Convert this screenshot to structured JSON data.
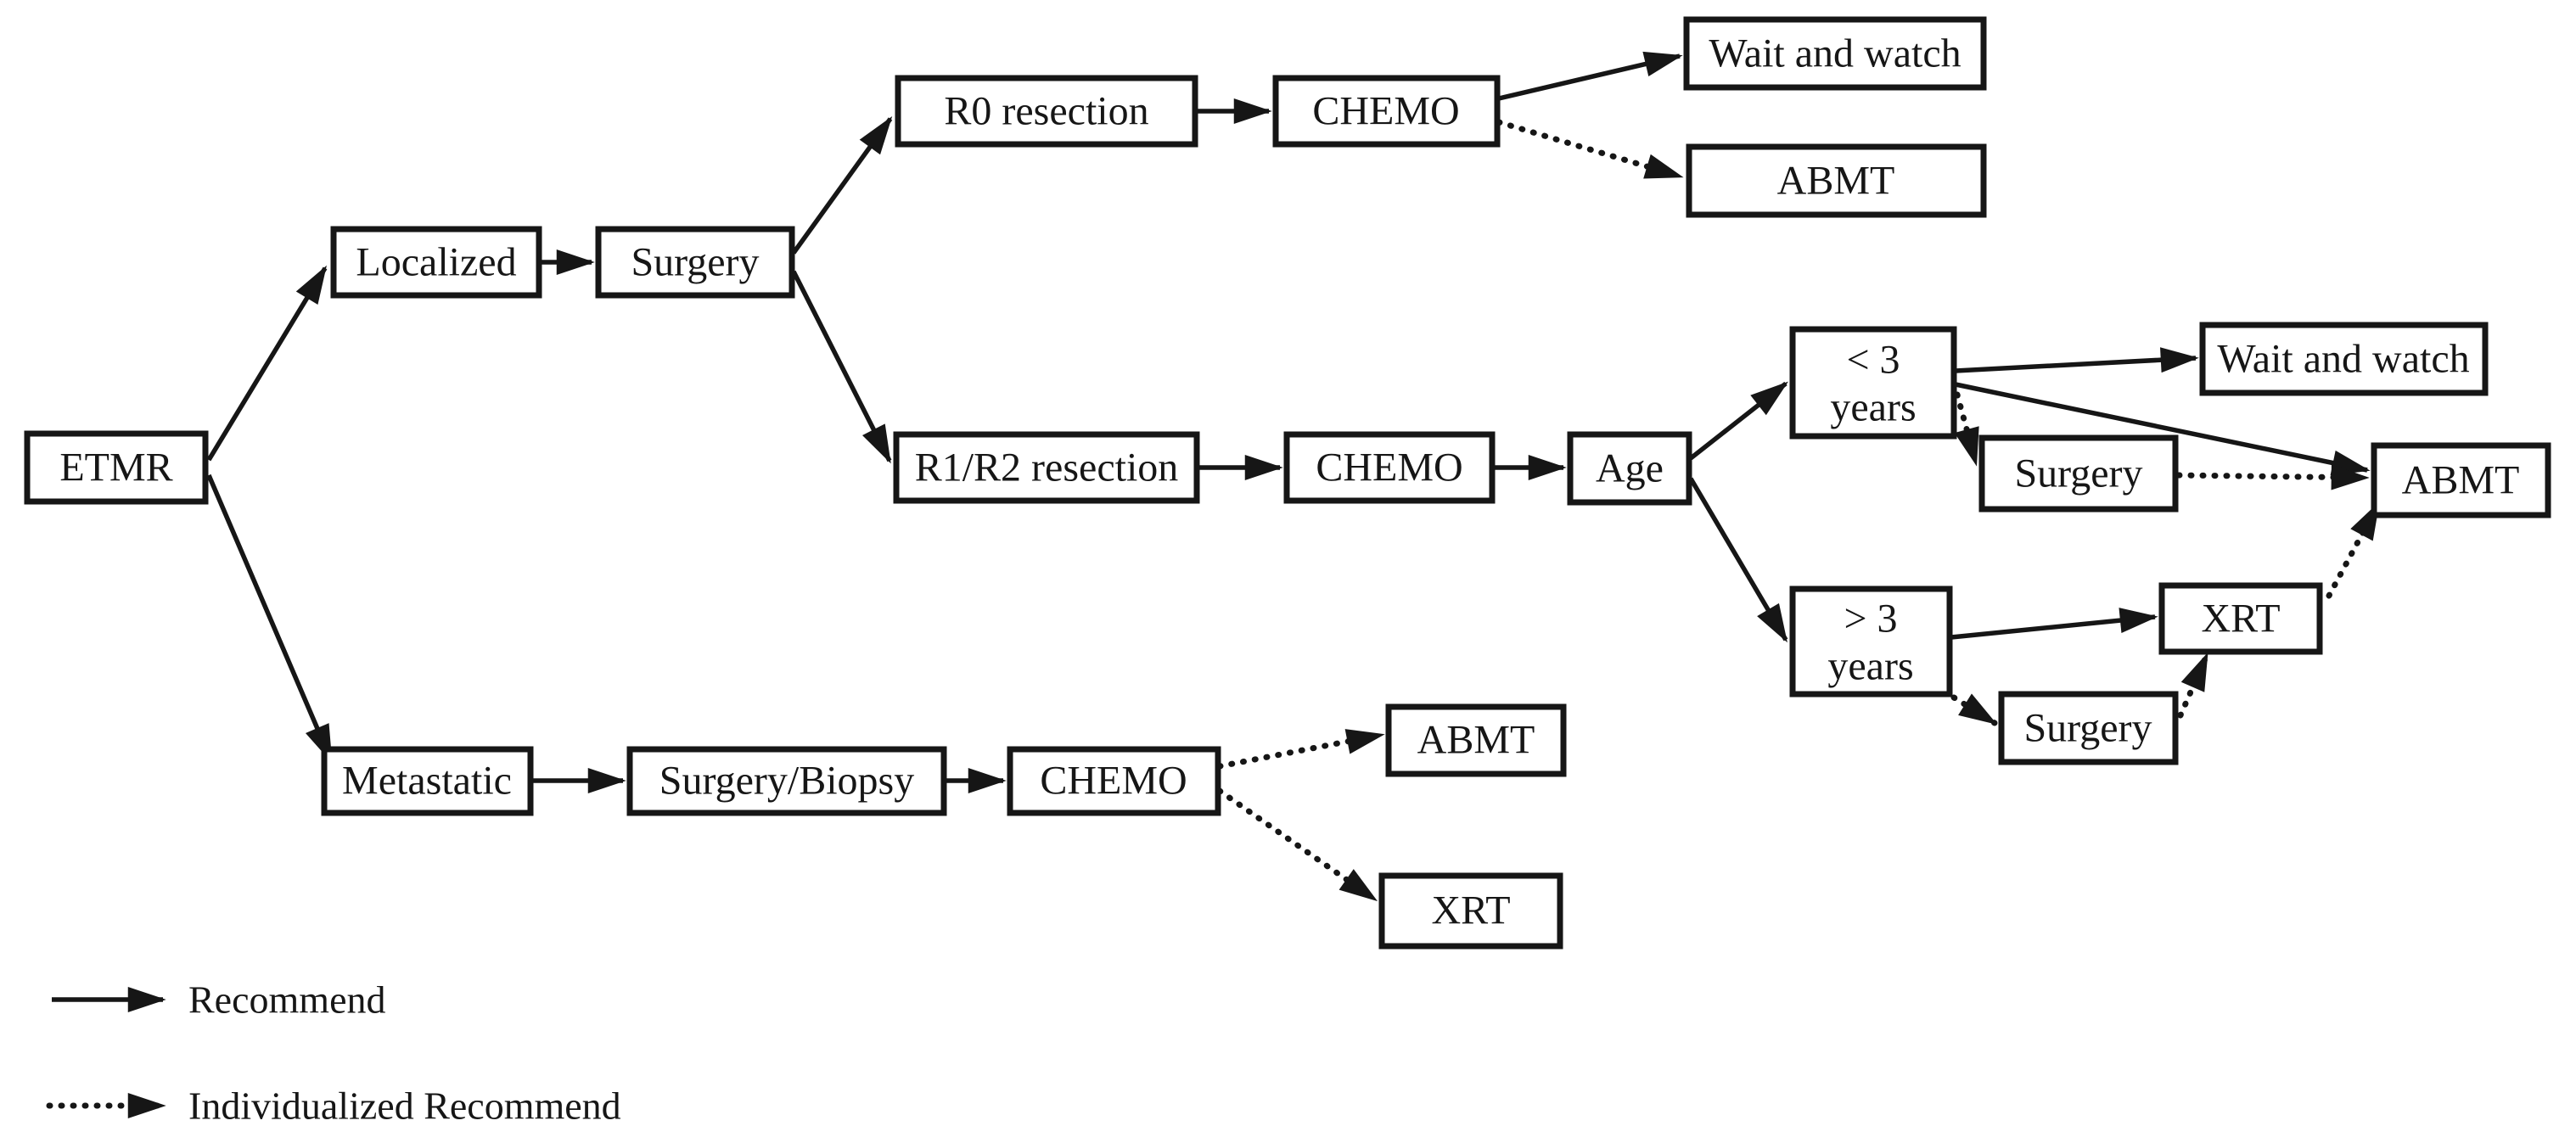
{
  "colors": {
    "ink": "#161616",
    "background": "#ffffff"
  },
  "nodes": {
    "etmr": "ETMR",
    "localized": "Localized",
    "surgery_localized": "Surgery",
    "r0_resection": "R0 resection",
    "chemo_r0": "CHEMO",
    "wait_and_watch_r0": "Wait and watch",
    "abmt_r0": "ABMT",
    "r1r2_resection": "R1/R2 resection",
    "chemo_r1r2": "CHEMO",
    "age": "Age",
    "lt3": {
      "line1": "< 3",
      "line2": "years"
    },
    "wait_and_watch_lt3": "Wait and watch",
    "surgery_lt3": "Surgery",
    "abmt_age": "ABMT",
    "gt3": {
      "line1": "> 3",
      "line2": "years"
    },
    "xrt_gt3": "XRT",
    "surgery_gt3": "Surgery",
    "metastatic": "Metastatic",
    "surgery_biopsy": "Surgery/Biopsy",
    "chemo_metastatic": "CHEMO",
    "abmt_metastatic": "ABMT",
    "xrt_metastatic": "XRT"
  },
  "edges": [
    {
      "from": "ETMR",
      "to": "Localized",
      "type": "recommend"
    },
    {
      "from": "ETMR",
      "to": "Metastatic",
      "type": "recommend"
    },
    {
      "from": "Localized",
      "to": "Surgery",
      "type": "recommend"
    },
    {
      "from": "Surgery",
      "to": "R0 resection",
      "type": "recommend"
    },
    {
      "from": "Surgery",
      "to": "R1/R2 resection",
      "type": "recommend"
    },
    {
      "from": "R0 resection",
      "to": "CHEMO",
      "type": "recommend"
    },
    {
      "from": "CHEMO (R0)",
      "to": "Wait and watch",
      "type": "recommend"
    },
    {
      "from": "CHEMO (R0)",
      "to": "ABMT",
      "type": "individualized"
    },
    {
      "from": "R1/R2 resection",
      "to": "CHEMO",
      "type": "recommend"
    },
    {
      "from": "CHEMO (R1/R2)",
      "to": "Age",
      "type": "recommend"
    },
    {
      "from": "Age",
      "to": "< 3 years",
      "type": "recommend"
    },
    {
      "from": "Age",
      "to": "> 3 years",
      "type": "recommend"
    },
    {
      "from": "< 3 years",
      "to": "Wait and watch",
      "type": "recommend"
    },
    {
      "from": "< 3 years",
      "to": "ABMT",
      "type": "recommend"
    },
    {
      "from": "< 3 years",
      "to": "Surgery",
      "type": "individualized"
    },
    {
      "from": "Surgery (< 3 years)",
      "to": "ABMT",
      "type": "individualized"
    },
    {
      "from": "> 3 years",
      "to": "XRT",
      "type": "recommend"
    },
    {
      "from": "> 3 years",
      "to": "Surgery",
      "type": "individualized"
    },
    {
      "from": "Surgery (> 3 years)",
      "to": "XRT",
      "type": "individualized"
    },
    {
      "from": "XRT",
      "to": "ABMT",
      "type": "individualized"
    },
    {
      "from": "Metastatic",
      "to": "Surgery/Biopsy",
      "type": "recommend"
    },
    {
      "from": "Surgery/Biopsy",
      "to": "CHEMO",
      "type": "recommend"
    },
    {
      "from": "CHEMO (metastatic)",
      "to": "ABMT",
      "type": "individualized"
    },
    {
      "from": "CHEMO (metastatic)",
      "to": "XRT",
      "type": "individualized"
    }
  ],
  "legend": {
    "solid": "Recommend",
    "dotted": "Individualized Recommend"
  }
}
